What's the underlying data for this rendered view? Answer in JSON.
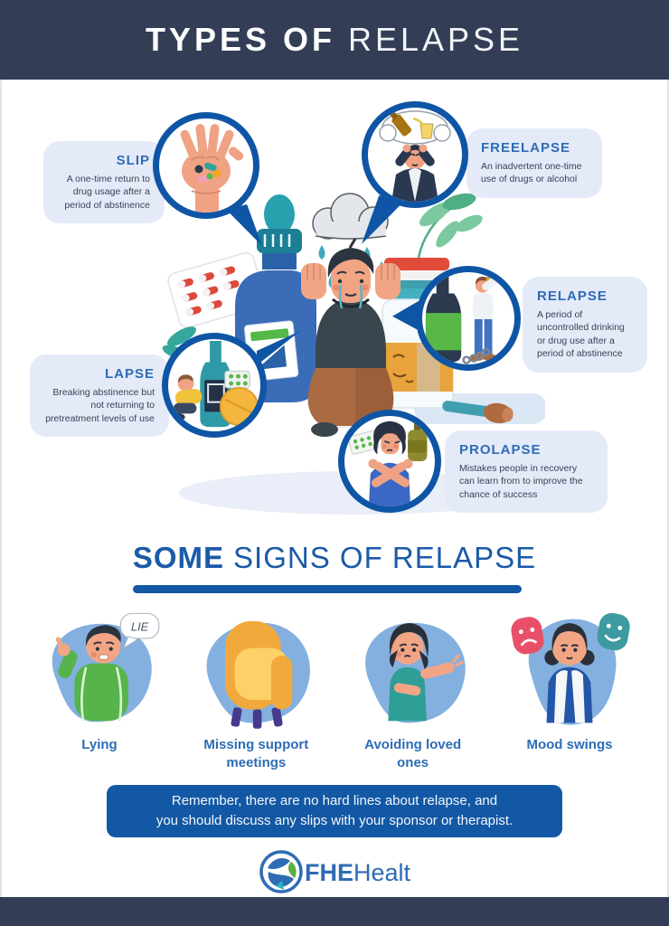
{
  "header": {
    "title_bold": "TYPES OF",
    "title_light": "RELAPSE"
  },
  "types": [
    {
      "id": "slip",
      "title": "SLIP",
      "description": "A one-time return to drug usage after a period of abstinence",
      "icon": "hand-with-pills-illustration"
    },
    {
      "id": "freelapse",
      "title": "FREELAPSE",
      "description": "An inadvertent one-time use of drugs or alcohol",
      "icon": "man-thinking-of-alcohol-illustration"
    },
    {
      "id": "relapse",
      "title": "RELAPSE",
      "description": "A period of uncontrolled drinking or drug use after a period of abstinence",
      "icon": "man-chained-to-bottle-illustration"
    },
    {
      "id": "lapse",
      "title": "LAPSE",
      "description": "Breaking abstinence but not returning to pretreatment levels of use",
      "icon": "person-leaning-on-bottle-illustration"
    },
    {
      "id": "prolapse",
      "title": "PROLAPSE",
      "description": "Mistakes people in recovery can learn from to improve the chance of success",
      "icon": "person-refusing-drugs-illustration"
    }
  ],
  "central_scene": {
    "icon": "crying-man-with-rain-cloud-pills-and-bottles-illustration"
  },
  "signs_section": {
    "heading_bold": "SOME",
    "heading_light": "SIGNS OF RELAPSE",
    "signs": [
      {
        "label": "Lying",
        "bubble_text": "LIE",
        "icon": "lying-person-illustration"
      },
      {
        "label": "Missing support meetings",
        "icon": "empty-armchair-illustration"
      },
      {
        "label": "Avoiding loved ones",
        "icon": "woman-turning-away-illustration"
      },
      {
        "label": "Mood swings",
        "icon": "woman-with-happy-sad-masks-illustration"
      }
    ]
  },
  "reminder": {
    "line1": "Remember, there are no hard lines about relapse, and",
    "line2": "you should discuss any slips with your sponsor or therapist."
  },
  "logo": {
    "bold": "FHE",
    "regular": "Health",
    "icon": "fhe-health-heart-waves-logo"
  },
  "colors": {
    "header_navy": "#333e56",
    "circle_ring_blue": "#0f55a5",
    "bubble_background": "#e4eaf8",
    "title_blue": "#2e6cb5",
    "heading_blue": "#1b5aa8",
    "banner_blue": "#1358a4",
    "blob_blue": "#83b0de",
    "body_text": "#3d4154"
  }
}
